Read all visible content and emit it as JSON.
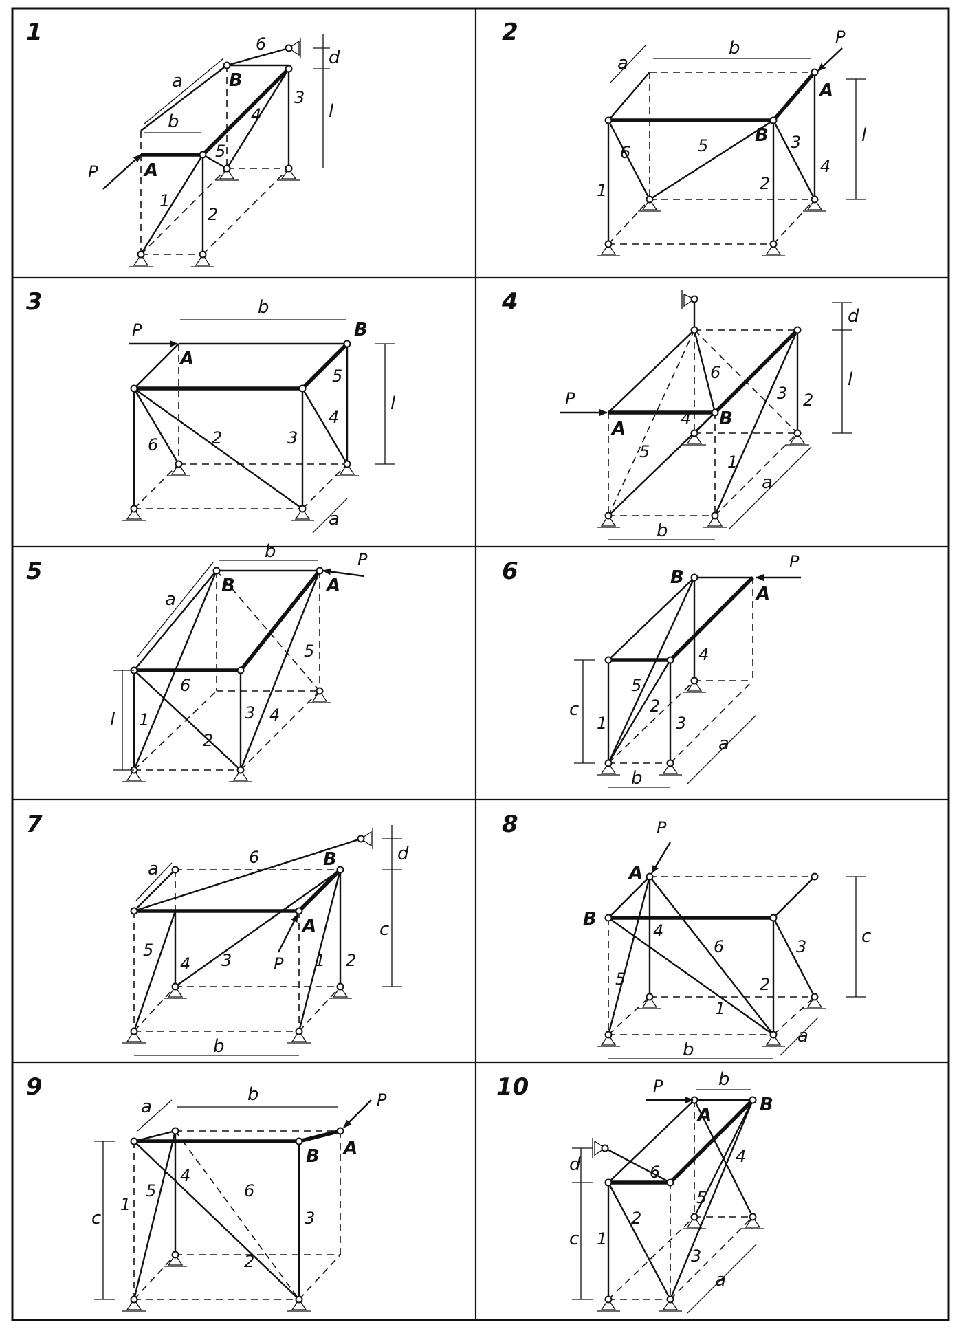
{
  "figure": {
    "panels": [
      {
        "number": "1",
        "load": "P",
        "nodes": [
          "A",
          "B"
        ],
        "dims": [
          "a",
          "b",
          "d",
          "l"
        ],
        "bars": [
          "1",
          "2",
          "3",
          "4",
          "5",
          "6"
        ]
      },
      {
        "number": "2",
        "load": "P",
        "nodes": [
          "A",
          "B"
        ],
        "dims": [
          "a",
          "b",
          "l"
        ],
        "bars": [
          "1",
          "2",
          "3",
          "4",
          "5",
          "6"
        ]
      },
      {
        "number": "3",
        "load": "P",
        "nodes": [
          "A",
          "B"
        ],
        "dims": [
          "a",
          "b",
          "l"
        ],
        "bars": [
          "2",
          "3",
          "4",
          "5",
          "6"
        ]
      },
      {
        "number": "4",
        "load": "P",
        "nodes": [
          "A",
          "B"
        ],
        "dims": [
          "a",
          "b",
          "d",
          "l"
        ],
        "bars": [
          "1",
          "2",
          "3",
          "4",
          "5",
          "6"
        ]
      },
      {
        "number": "5",
        "load": "P",
        "nodes": [
          "A",
          "B"
        ],
        "dims": [
          "a",
          "b",
          "l"
        ],
        "bars": [
          "1",
          "2",
          "3",
          "4",
          "5",
          "6"
        ]
      },
      {
        "number": "6",
        "load": "P",
        "nodes": [
          "A",
          "B"
        ],
        "dims": [
          "a",
          "b",
          "c"
        ],
        "bars": [
          "1",
          "2",
          "3",
          "4",
          "5"
        ]
      },
      {
        "number": "7",
        "load": "P",
        "nodes": [
          "A",
          "B"
        ],
        "dims": [
          "a",
          "b",
          "c",
          "d"
        ],
        "bars": [
          "1",
          "2",
          "3",
          "4",
          "5",
          "6"
        ]
      },
      {
        "number": "8",
        "load": "P",
        "nodes": [
          "A",
          "B"
        ],
        "dims": [
          "a",
          "b",
          "c"
        ],
        "bars": [
          "1",
          "2",
          "3",
          "4",
          "5",
          "6"
        ]
      },
      {
        "number": "9",
        "load": "P",
        "nodes": [
          "A",
          "B"
        ],
        "dims": [
          "a",
          "b",
          "c"
        ],
        "bars": [
          "1",
          "2",
          "3",
          "4",
          "5",
          "6"
        ]
      },
      {
        "number": "10",
        "load": "P",
        "nodes": [
          "A",
          "B"
        ],
        "dims": [
          "a",
          "b",
          "c",
          "d"
        ],
        "bars": [
          "1",
          "2",
          "3",
          "4",
          "5",
          "6"
        ]
      }
    ]
  }
}
